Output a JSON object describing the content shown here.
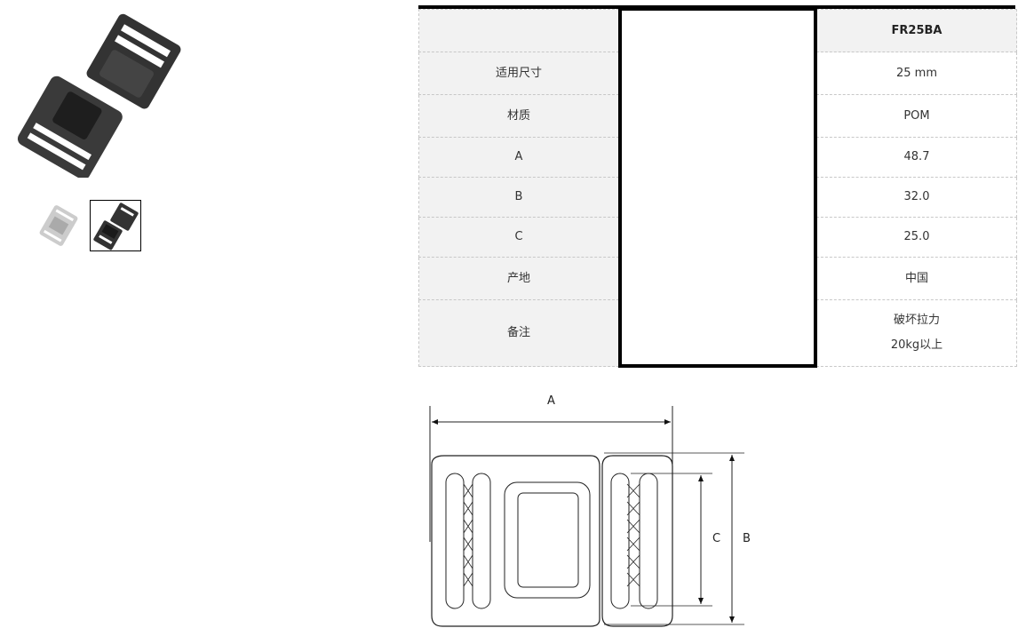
{
  "product": {
    "main_image": "buckle-photo",
    "thumbnails": [
      "buckle-thumb-light",
      "buckle-thumb-dark"
    ],
    "selected_thumbnail": 1
  },
  "spec_table": {
    "model": "FR25BA",
    "rows": [
      {
        "label": "适用尺寸",
        "value": "25 mm"
      },
      {
        "label": "材质",
        "value": "POM"
      },
      {
        "label": "A",
        "value": "48.7"
      },
      {
        "label": "B",
        "value": "32.0"
      },
      {
        "label": "C",
        "value": "25.0"
      },
      {
        "label": "产地",
        "value": "中国"
      },
      {
        "label": "备注",
        "value": "破坏拉力",
        "value2": "20kg以上"
      }
    ]
  },
  "diagram": {
    "label_a": "A",
    "label_b": "B",
    "label_c": "C"
  }
}
